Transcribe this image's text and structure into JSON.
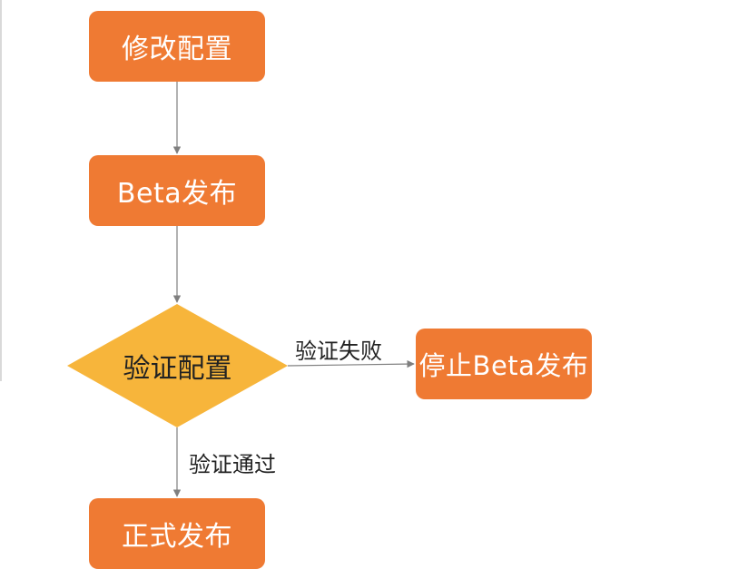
{
  "nodes": {
    "modify": "修改配置",
    "beta": "Beta发布",
    "verify": "验证配置",
    "stop": "停止Beta发布",
    "release": "正式发布"
  },
  "edges": {
    "fail": "验证失败",
    "pass": "验证通过"
  },
  "colors": {
    "process_fill": "#ef7a33",
    "decision_fill": "#f7b53b",
    "connector": "#7f7f7f",
    "node_text": "#ffffff",
    "label_text": "#222222"
  }
}
